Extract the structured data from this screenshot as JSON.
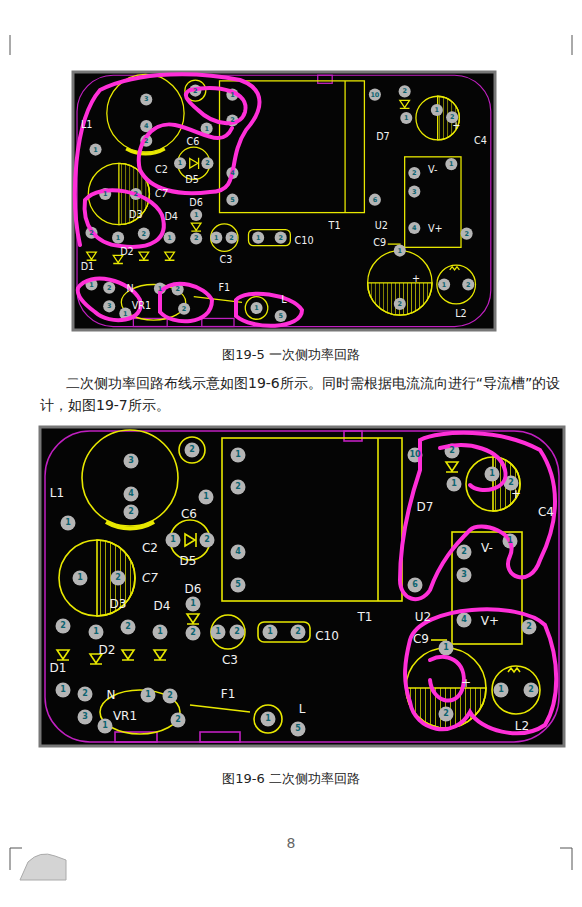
{
  "diagram": {
    "labels": [
      "3",
      "4",
      "2",
      "1",
      "2",
      "1",
      "1",
      "2",
      "4",
      "5",
      "10",
      "6",
      "1",
      "2",
      "1",
      "2",
      "1",
      "2",
      "2",
      "1",
      "2",
      "1",
      "1",
      "2",
      "1",
      "2",
      "1",
      "2",
      "3",
      "1",
      "1",
      "2",
      "2",
      "1",
      "5",
      "2",
      "1",
      "1",
      "2",
      "2",
      "3",
      "1",
      "4",
      "2",
      "1",
      "2",
      "1",
      "2",
      "L1",
      "C6",
      "C2",
      "D5",
      "C7",
      "D3",
      "D4",
      "D6",
      "D2",
      "D1",
      "N",
      "VR1",
      "F1",
      "L",
      "C3",
      "C10",
      "T1",
      "U2",
      "D7",
      "C4",
      "V-",
      "V+",
      "C9",
      "L2",
      "+",
      "+",
      "图19-5 一次侧功率回路",
      "二次侧功率回路布线示意如图19-6所示。同时需根据电流流向进行“导流槽”的设计，如图19-7所示。",
      "3",
      "4",
      "2",
      "1",
      "2",
      "1",
      "1",
      "2",
      "4",
      "5",
      "10",
      "6",
      "1",
      "2",
      "1",
      "2",
      "1",
      "2",
      "2",
      "1",
      "2",
      "1",
      "1",
      "2",
      "1",
      "2",
      "1",
      "2",
      "3",
      "1",
      "1",
      "2",
      "2",
      "1",
      "5",
      "2",
      "1",
      "1",
      "2",
      "2",
      "3",
      "1",
      "4",
      "2",
      "1",
      "2",
      "1",
      "2",
      "L1",
      "C6",
      "C2",
      "D5",
      "C7",
      "D3",
      "D4",
      "D6",
      "D2",
      "D1",
      "N",
      "VR1",
      "F1",
      "L",
      "C3",
      "C10",
      "T1",
      "U2",
      "D7",
      "C4",
      "V-",
      "V+",
      "C9",
      "L2",
      "+",
      "+",
      "图19-6 二次侧功率回路",
      "8"
    ]
  }
}
